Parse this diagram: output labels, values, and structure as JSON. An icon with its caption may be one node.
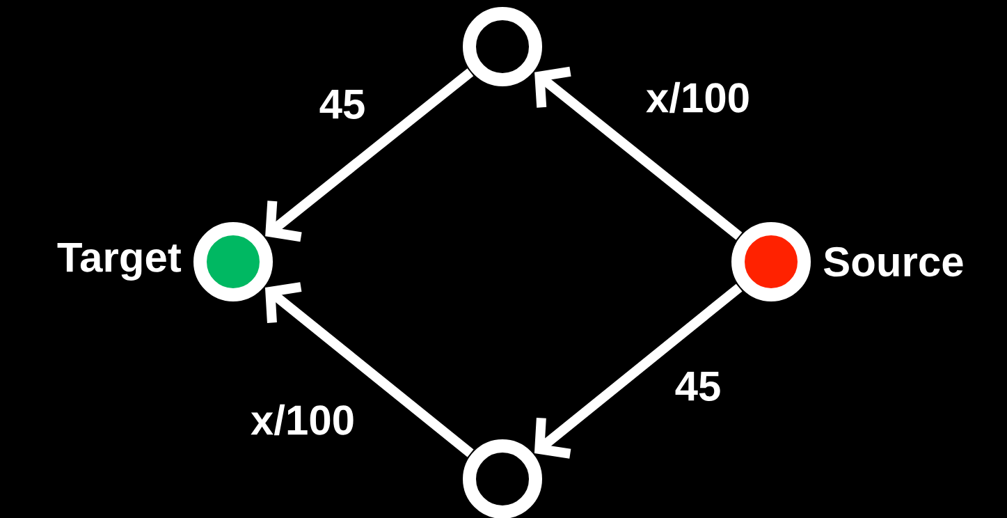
{
  "diagram": {
    "nodes": [
      {
        "text": [],
        "shape": "circle"
      },
      {
        "text": [],
        "shape": "circle",
        "beside": [
          "Target"
        ]
      },
      {
        "text": [],
        "shape": "circle",
        "beside": [
          "Source"
        ]
      },
      {
        "text": [],
        "shape": "circle"
      }
    ],
    "edges": [
      {
        "from": 2,
        "to": 0,
        "arrow": "to",
        "label": "x/100"
      },
      {
        "from": 0,
        "to": 1,
        "arrow": "to",
        "label": "45"
      },
      {
        "from": 2,
        "to": 3,
        "arrow": "to",
        "label": "45"
      },
      {
        "from": 3,
        "to": 1,
        "arrow": "to",
        "label": "x/100"
      }
    ]
  }
}
